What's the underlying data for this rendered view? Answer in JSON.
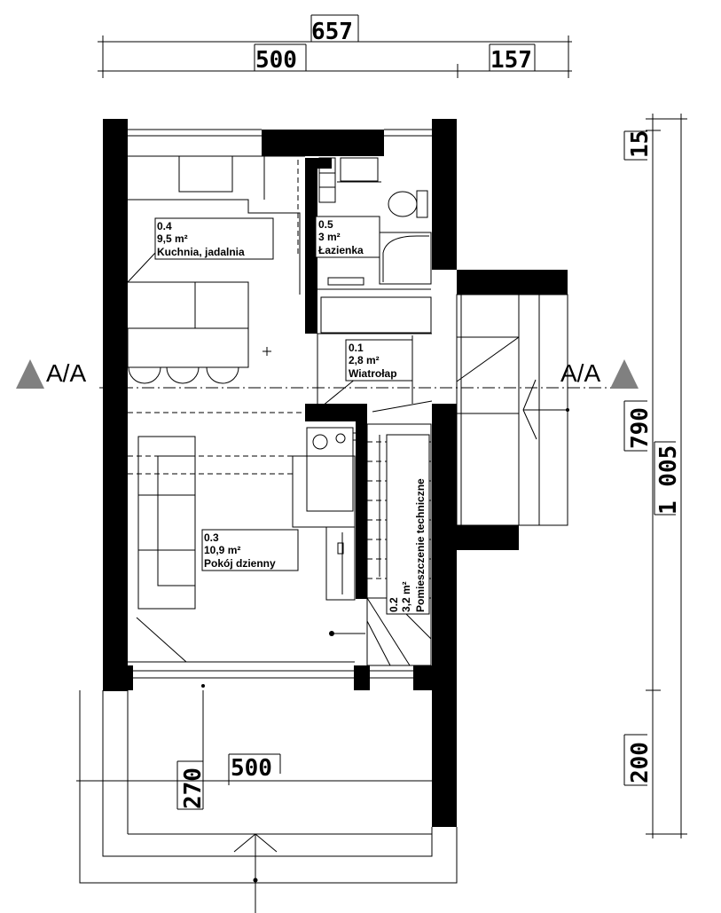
{
  "dimensions": {
    "top_total": "657",
    "top_left": "500",
    "top_right": "157",
    "right_small": "15",
    "right_middle": "790",
    "right_total": "1 005",
    "right_bottom": "200",
    "terrace_width": "500",
    "terrace_depth": "270"
  },
  "section_marker": {
    "left": "A/A",
    "right": "A/A"
  },
  "rooms": {
    "kitchen": {
      "number": "0.4",
      "area": "9,5 m²",
      "name": "Kuchnia, jadalnia"
    },
    "bathroom": {
      "number": "0.5",
      "area": "3 m²",
      "name": "Łazienka"
    },
    "vestibule": {
      "number": "0.1",
      "area": "2,8 m²",
      "name": "Wiatrołap"
    },
    "living": {
      "number": "0.3",
      "area": "10,9 m²",
      "name": "Pokój dzienny"
    },
    "technical": {
      "number": "0.2",
      "area": "3,2 m²",
      "name": "Pomieszczenie techniczne"
    }
  }
}
